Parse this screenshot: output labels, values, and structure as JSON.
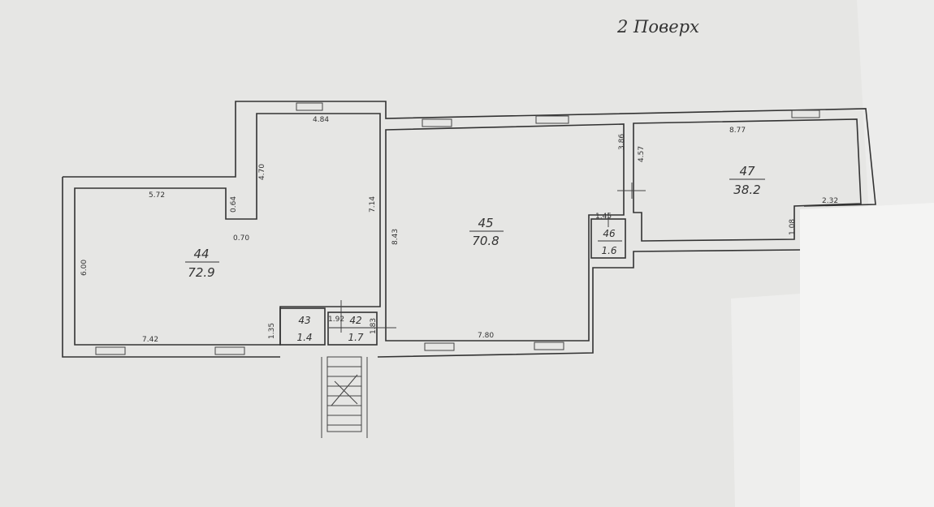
{
  "title": "2 Поверх",
  "rooms": [
    {
      "number": "44",
      "area": "72.9"
    },
    {
      "number": "45",
      "area": "70.8"
    },
    {
      "number": "46",
      "area": "1.6"
    },
    {
      "number": "47",
      "area": "38.2"
    },
    {
      "number": "43",
      "area": "1.4"
    },
    {
      "number": "42",
      "area": "1.7"
    }
  ],
  "dimensions": [
    "4.84",
    "4.70",
    "7.14",
    "5.72",
    "0.64",
    "0.70",
    "6.00",
    "7.42",
    "1.35",
    "8.43",
    "7.80",
    "3.86",
    "4.57",
    "8.77",
    "2.32",
    "1.08",
    "1.45",
    "1.92",
    "1.83"
  ]
}
